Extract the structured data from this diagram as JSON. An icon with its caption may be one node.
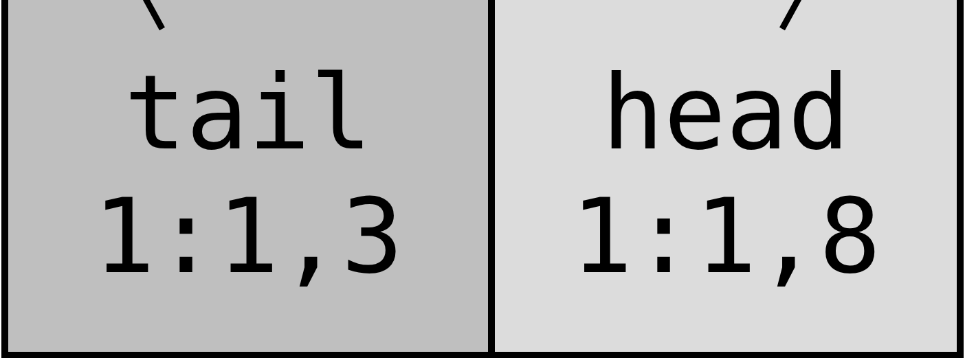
{
  "diagram": {
    "nodes": [
      {
        "text": [
          "tail",
          "1:1,3"
        ]
      },
      {
        "text": [
          "head",
          "1:1,8"
        ]
      }
    ],
    "edges": [
      {
        "from": null,
        "to": 0,
        "arrow": "none"
      },
      {
        "from": null,
        "to": 1,
        "arrow": "none"
      }
    ]
  }
}
